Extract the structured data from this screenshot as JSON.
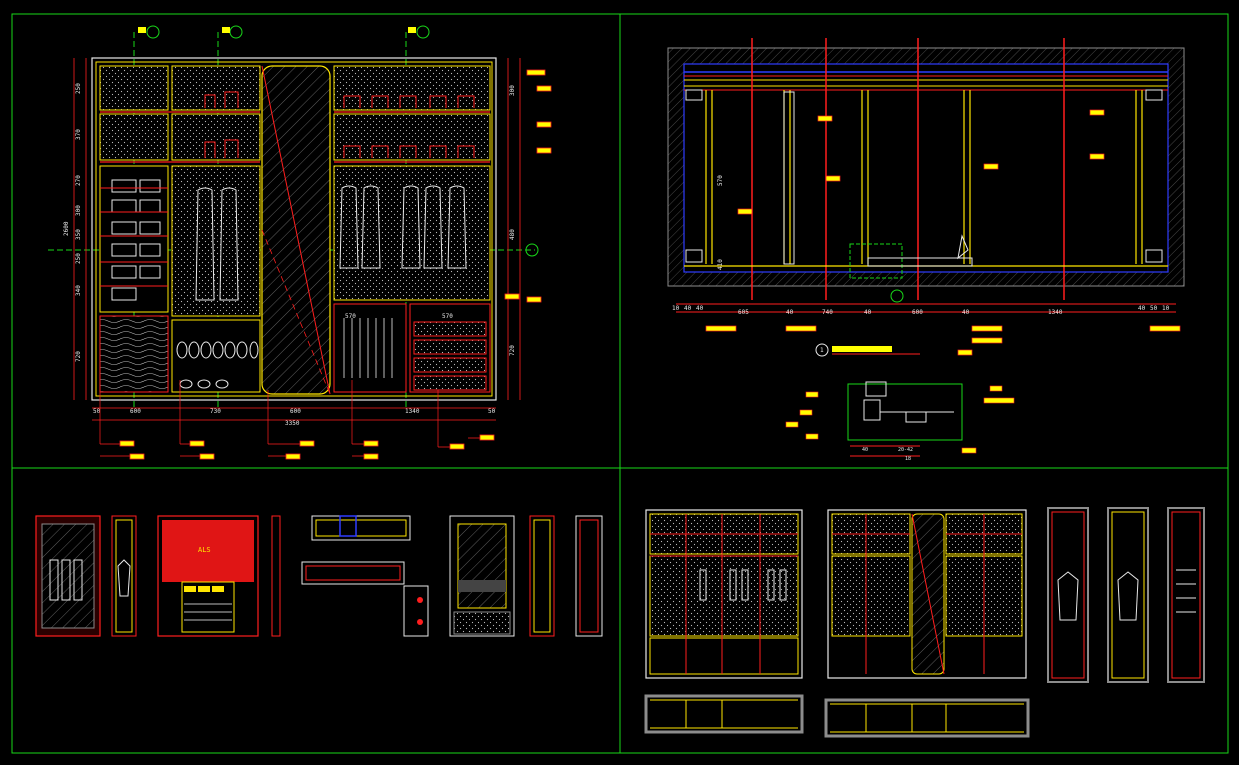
{
  "colors": {
    "background": "#000000",
    "frame": "#19d719",
    "red": "#ff1e1e",
    "yellow": "#ffe600",
    "white": "#e8e8e8",
    "blue": "#2f3cff",
    "gray": "#8c8c8c",
    "tag": "#ffff00"
  },
  "panel_a": {
    "top_dims": [
      "50",
      "600",
      "730",
      "600",
      "1340",
      "50"
    ],
    "total_width": "3350",
    "left_dims": [
      "250",
      "370",
      "270",
      "300",
      "350",
      "250",
      "340",
      "720"
    ],
    "right_dims": [
      "300",
      "480",
      "720"
    ],
    "overall_height": "2600",
    "inner_dims": [
      "570",
      "570"
    ]
  },
  "panel_b": {
    "bottom_dims": [
      "10",
      "40",
      "40",
      "605",
      "40",
      "740",
      "40",
      "600",
      "40",
      "1340",
      "40",
      "50",
      "10"
    ],
    "left_dims": [
      "570",
      "410"
    ],
    "title": "1"
  },
  "panel_b_detail": {
    "dims": [
      "40",
      "20-42",
      "18"
    ]
  },
  "panel_c": {
    "cabinet_label": "ALS"
  }
}
